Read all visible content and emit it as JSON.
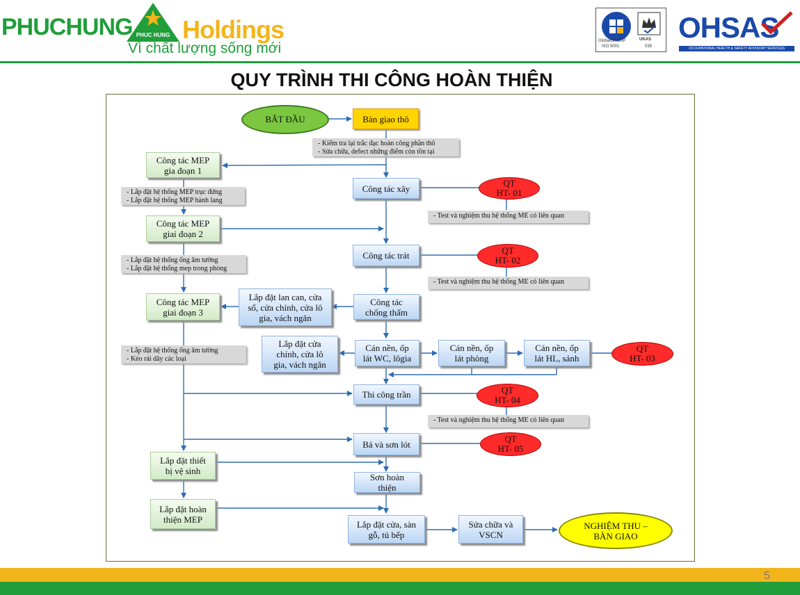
{
  "header": {
    "brand_main": "PHUCHUNG",
    "brand_logo_label": "PHUC HUNG",
    "brand_holdings": "Holdings",
    "tagline": "Vì chất lượng sống mới",
    "cert_global": "GlobalGROUP",
    "cert_iso": "ISO 9001",
    "cert_ukas": "UKAS",
    "cert_number": "039",
    "ohsas": "OHSAS",
    "ohsas_sub": "OCCUPATIONAL HEALTH & SAFETY ADVISORY SERVICES"
  },
  "title": "QUY TRÌNH THI CÔNG HOÀN THIỆN",
  "flow": {
    "start": "BẮT ĐẦU",
    "ban_giao_tho": "Bàn giao thô",
    "note_kiem_tra": [
      "- Kiểm tra lại trắc đạc hoàn công phần thô",
      "- Sửa chữa, defect những điểm còn tồn tại"
    ],
    "mep1": [
      "Công tác MEP",
      "gia đoạn 1"
    ],
    "note_mep1": [
      "- Lắp đặt hệ thống MEP trục đứng",
      "- Lắp đặt hệ thống MEP hành lang"
    ],
    "cong_tac_xay": "Công tác xây",
    "qt1": [
      "QT",
      "HT- 01"
    ],
    "note_test1": "- Test và nghiệm thu hệ thống ME có liên quan",
    "mep2": [
      "Công tác MEP",
      "giai đoạn 2"
    ],
    "cong_tac_trat": "Công tác trát",
    "qt2": [
      "QT",
      "HT- 02"
    ],
    "note_mep2": [
      "- Lắp đặt hệ thống ống âm tường",
      "- Lắp đặt hệ thống mep trong phòng"
    ],
    "note_test2": "- Test và nghiệm thu hệ thống ME có liên quan",
    "mep3": [
      "Công tác MEP",
      "giai đoạn 3"
    ],
    "lan_can": [
      "Lắp đặt lan can, cửa",
      "sổ, cửa chính, cửa lô",
      "gia, vách ngăn"
    ],
    "chong_tham": [
      "Công tác",
      "chống thấm"
    ],
    "note_mep3": [
      "- Lắp đặt hệ thống ống âm tường",
      "- Kéo rải dây các loại"
    ],
    "cua_chinh": [
      "Lắp đặt cửa",
      "chính, cửa lô",
      "gia, vách ngăn"
    ],
    "can_nen_wc": [
      "Cán nền, ốp",
      "lát WC, lôgia"
    ],
    "can_nen_phong": [
      "Cán nền, ốp",
      "lát phòng"
    ],
    "can_nen_hl": [
      "Cán nền, ốp",
      "lát HL, sảnh"
    ],
    "qt3": [
      "QT",
      "HT- 03"
    ],
    "thi_cong_tran": "Thi công trần",
    "qt4": [
      "QT",
      "HT- 04"
    ],
    "note_test3": "- Test và nghiệm thu hệ thống ME có liên quan",
    "ba_son_lot": "Bả và sơn lót",
    "qt5": [
      "QT",
      "HT- 05"
    ],
    "ve_sinh": [
      "Lắp đặt thiết",
      "bị vệ sinh"
    ],
    "son_hoan_thien": [
      "Sơn hoàn",
      "thiện"
    ],
    "mep_hoan_thien": [
      "Lắp đặt hoàn",
      "thiện MEP"
    ],
    "cua_san_go": [
      "Lắp đặt cửa, sàn",
      "gỗ, tủ bếp"
    ],
    "sua_chua": [
      "Sửa chữa và",
      "VSCN"
    ],
    "end": [
      "NGHIỆM THU –",
      "BÀN GIAO"
    ]
  },
  "footer": {
    "page_number": "5"
  },
  "colors": {
    "brand_green": "#1f9e3a",
    "brand_yellow": "#f2b51c",
    "ohsas_blue": "#1a49a8",
    "qt_red": "#ff2b2b",
    "start_green": "#7bc840",
    "end_yellow": "#ffff00",
    "connector_blue": "#2e6db4"
  }
}
